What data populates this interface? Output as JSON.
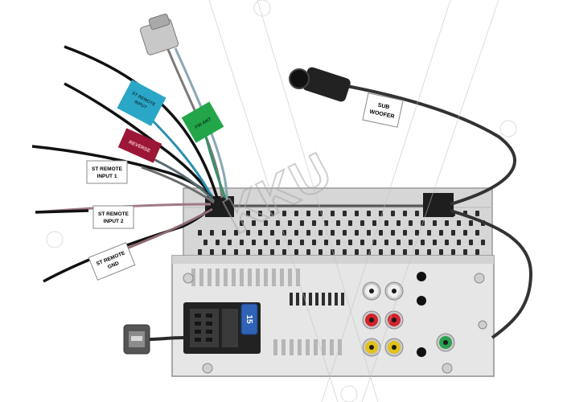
{
  "labels": {
    "sub_woofer": [
      "SUB",
      "WOOFER"
    ],
    "st_remote_input_1": [
      "ST REMOTE",
      "INPUT 1"
    ],
    "st_remote_input_2": [
      "ST REMOTE",
      "INPUT 2"
    ],
    "st_remote_gnd": [
      "ST REMOTE",
      "GND"
    ],
    "reverse": "REVERSE",
    "blue_tag": [
      "ST REMOTE",
      "INPUT"
    ],
    "green_tag": "FM ANT",
    "fuse": "15",
    "watermark": "KKU"
  },
  "colors": {
    "blue_tag": "#2aa6c6",
    "green_tag": "#23a64a",
    "reverse_tag": "#9c1638",
    "chassis": "#d9d9d9",
    "rear_panel": "#e8e8e8",
    "connector": "#222222",
    "fuse": "#2f63b6",
    "rca_red": "#d3232c",
    "rca_yellow": "#e3c11a",
    "rca_white": "#f0f0f0",
    "rca_green": "#2aa14f",
    "watermark": "#b0b0b0"
  }
}
